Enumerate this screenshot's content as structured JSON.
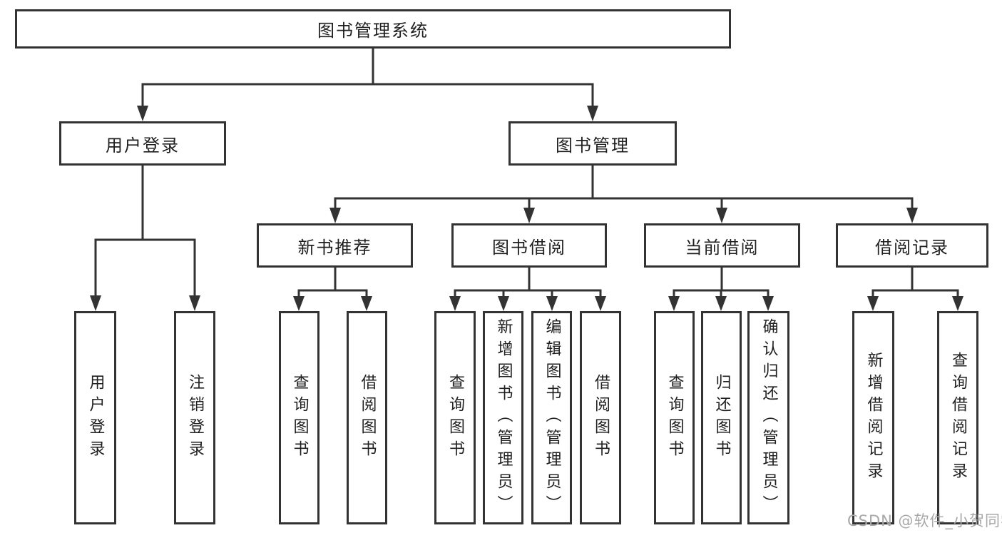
{
  "diagram": {
    "root": {
      "label": "图书管理系统"
    },
    "level2": [
      {
        "label": "用户登录"
      },
      {
        "label": "图书管理"
      }
    ],
    "level3": [
      {
        "label": "新书推荐"
      },
      {
        "label": "图书借阅"
      },
      {
        "label": "当前借阅"
      },
      {
        "label": "借阅记录"
      }
    ],
    "leaves": {
      "login": [
        {
          "label": "用户登录"
        },
        {
          "label": "注销登录"
        }
      ],
      "recommend": [
        {
          "label": "查询图书"
        },
        {
          "label": "借阅图书"
        }
      ],
      "borrow": [
        {
          "label": "查询图书"
        },
        {
          "label": "新增图书（管理员）"
        },
        {
          "label": "编辑图书（管理员）"
        },
        {
          "label": "借阅图书"
        }
      ],
      "current": [
        {
          "label": "查询图书"
        },
        {
          "label": "归还图书"
        },
        {
          "label": "确认归还（管理员）"
        }
      ],
      "records": [
        {
          "label": "新增借阅记录"
        },
        {
          "label": "查询借阅记录"
        }
      ]
    }
  },
  "watermark": {
    "text": "CSDN @软件_小贺同学"
  },
  "colors": {
    "line": "#333333",
    "text": "#1f1f1f",
    "background": "#ffffff",
    "watermark": "#a8a8a8"
  }
}
